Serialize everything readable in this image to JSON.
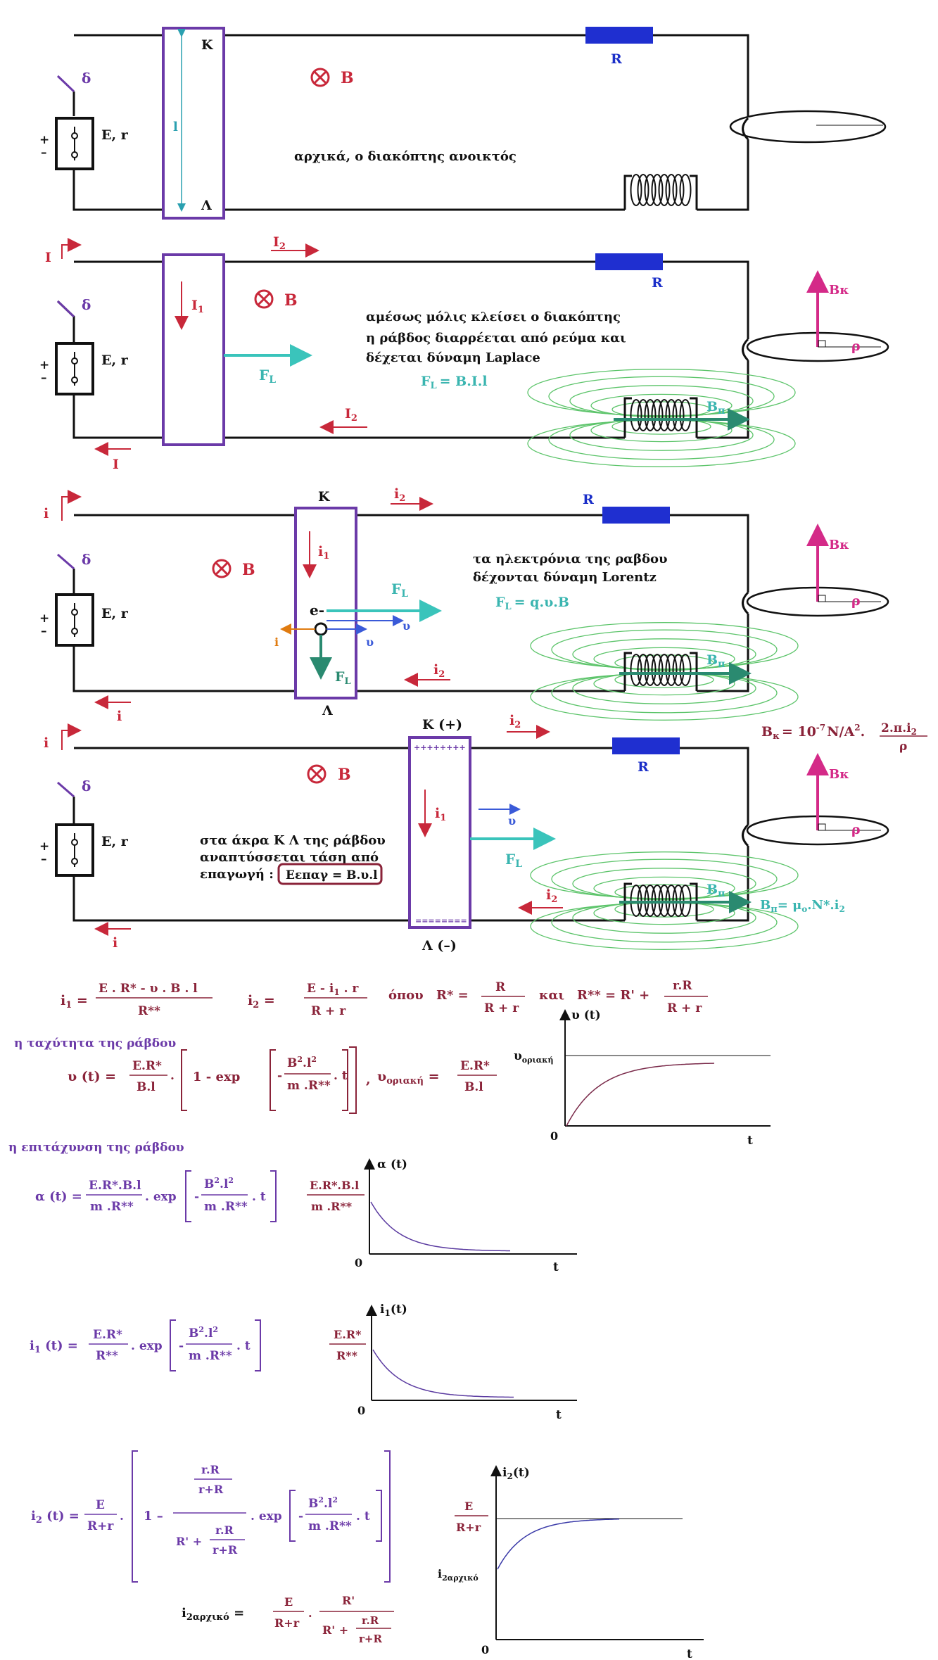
{
  "labels": {
    "K": "K",
    "Lambda": "Λ",
    "K_plus": "K (+)",
    "Lambda_minus": "Λ (–)",
    "B": "B",
    "R": "R",
    "delta": "δ",
    "Er": "E, r",
    "plus": "+",
    "minus": "–",
    "l": "l",
    "I": "I",
    "I1": "I",
    "I1_sub": "1",
    "I2": "I",
    "I2_sub": "2",
    "i": "i",
    "i1": "i",
    "i1_sub": "1",
    "i2": "i",
    "i2_sub": "2",
    "FL": "F",
    "FL_sub": "L",
    "Bk": "Bκ",
    "rho": "ρ",
    "Bp": "B",
    "Bp_sub": "π",
    "electron": "e-",
    "u": "υ",
    "plus_charges": "++++++++",
    "minus_charges": "========"
  },
  "texts": {
    "initial": "αρχικά,   ο διακόπτης ανοικτός",
    "closed_1": "αμέσως μόλις κλείσει ο διακόπτης",
    "closed_2": "η ράβδος διαρρέεται από ρεύμα  και",
    "closed_3": "δέχεται δύναμη Laplace",
    "laplace_formula": "= B.I.l",
    "electrons_1": "τα ηλεκτρόνια της ραβδου",
    "electrons_2": "δέχονται δύναμη Lorentz",
    "lorentz_formula": "= q.υ.B",
    "emf_1": "στα άκρα  K Λ  της ράβδου",
    "emf_2": "αναπτύσσεται τάση από",
    "emf_3": "επαγωγή :",
    "emf_box": "Eεπαγ = B.υ.l",
    "bk_formula": "B",
    "bk_sub": "κ",
    "bk_rest": "= 10",
    "bk_exp": "-7",
    "bk_units": "N/A",
    "bk_sq": "2",
    "bk_num": "2.π.i",
    "bk_num_sub": "2",
    "bk_den": "ρ",
    "bp_formula": "B",
    "bp_sub": "π",
    "bp_rest": "= μ",
    "bp_mu_sub": "o",
    "bp_tail": ".N*.i",
    "bp_tail_sub": "2"
  },
  "formulas": {
    "i1_lhs": "i",
    "i1_num": "E . R* - υ . B . l",
    "i1_den": "R**",
    "i2_lhs": "i",
    "i2_num": "E  -  i",
    "i2_num_tail": " . r",
    "i2_den": "R + r",
    "opou": "όπου",
    "Rstar": "R* =",
    "Rstar_num": "R",
    "Rstar_den": "R + r",
    "kai": "και",
    "Rss": "R** = R' +",
    "Rss_num": "r.R",
    "Rss_den": "R + r",
    "speed_title": "η ταχύτητα της ράβδου",
    "u_lhs": "υ (t)   =",
    "u_frac_num": "E.R*",
    "u_frac_den": "B.l",
    "one_minus": "1 - exp",
    "exp_num": "B",
    "exp_num_tail": ".l",
    "exp_den": "m .R**",
    "dot_t": ". t",
    "comma": ",",
    "u_lim": "υ",
    "u_lim_sub": "οριακή",
    "accel_title": "η επιτάχυνση της ράβδου",
    "a_lhs": "α (t)  =",
    "a_num": "E.R*.B.l",
    "a_den": "m .R**",
    "exp_word": ". exp",
    "i1t_lhs": "i",
    "i1t_tail": " (t)  =",
    "i1t_num": "E.R*",
    "i1t_den": "R**",
    "i2t_lhs": "i",
    "i2t_tail": " (t) =",
    "i2t_E": "E",
    "i2t_Rr": "R+r",
    "one_m": "1  –",
    "rR": "r.R",
    "r_plus_R": "r+R",
    "Rp": "R' +",
    "i2_init_lhs": "i",
    "i2_init_sub": "2αρχικό",
    "Rprime": "R'"
  },
  "graphs": {
    "u_title": "υ (t)",
    "u_level": "υ",
    "u_level_sub": "οριακή",
    "a_title": "α (t)",
    "a_level_num": "E.R*.B.l",
    "a_level_den": "m .R**",
    "i1_title": "i",
    "i1_title_sub": "1",
    "i1_title_tail": "(t)",
    "i1_level_num": "E.R*",
    "i1_level_den": "R**",
    "i2_title": "i",
    "i2_title_sub": "2",
    "i2_title_tail": "(t)",
    "i2_level_num": "E",
    "i2_level_den": "R+r",
    "i2_init": "i",
    "i2_init_sub": "2αρχικό",
    "zero": "0",
    "t": "t"
  },
  "colors": {
    "circuit": "#111111",
    "rod": "#6b3aa8",
    "resistor": "#1f2fd0",
    "current": "#c8283a",
    "force": "#3ac4bb",
    "field_lines": "#5cc46a",
    "bk_arrow": "#d42a88",
    "curve": "#7a2a4a",
    "curve2": "#5a3aa0"
  }
}
